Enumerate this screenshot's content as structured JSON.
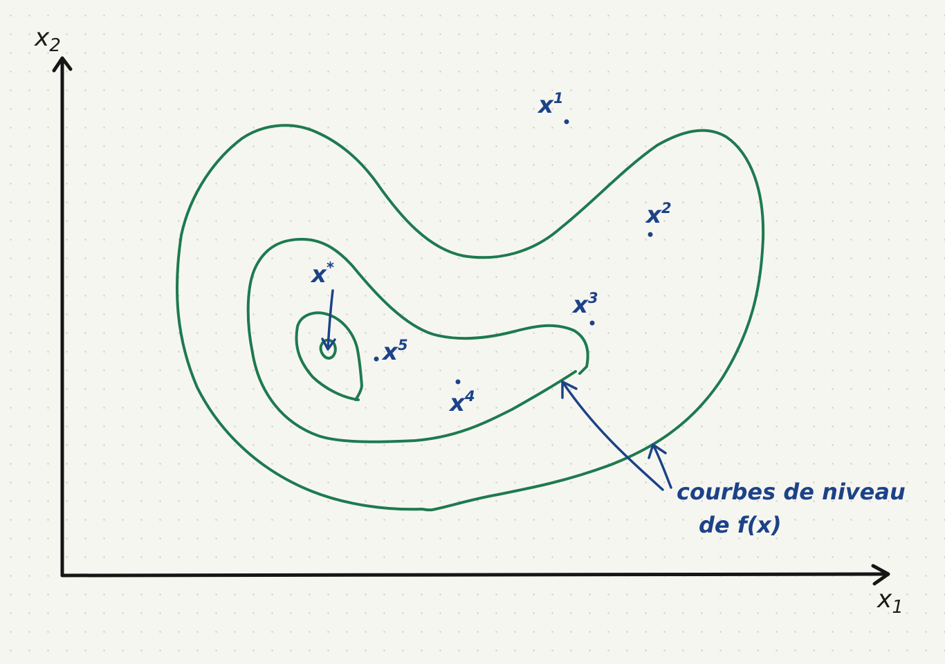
{
  "axes": {
    "x_label": "x",
    "x_sub": "1",
    "y_label": "x",
    "y_sub": "2"
  },
  "points": {
    "p1": {
      "base": "x",
      "sup": "1"
    },
    "p2": {
      "base": "x",
      "sup": "2"
    },
    "p3": {
      "base": "x",
      "sup": "3"
    },
    "p4": {
      "base": "x",
      "sup": "4"
    },
    "p5": {
      "base": "x",
      "sup": "5"
    },
    "optimum": {
      "base": "x",
      "sup": "*"
    }
  },
  "annotation": {
    "line1": "courbes de niveau",
    "line2": "de f(x)"
  },
  "colors": {
    "contour": "#1e7a4e",
    "ink": "#1c4288",
    "axis": "#161616"
  }
}
